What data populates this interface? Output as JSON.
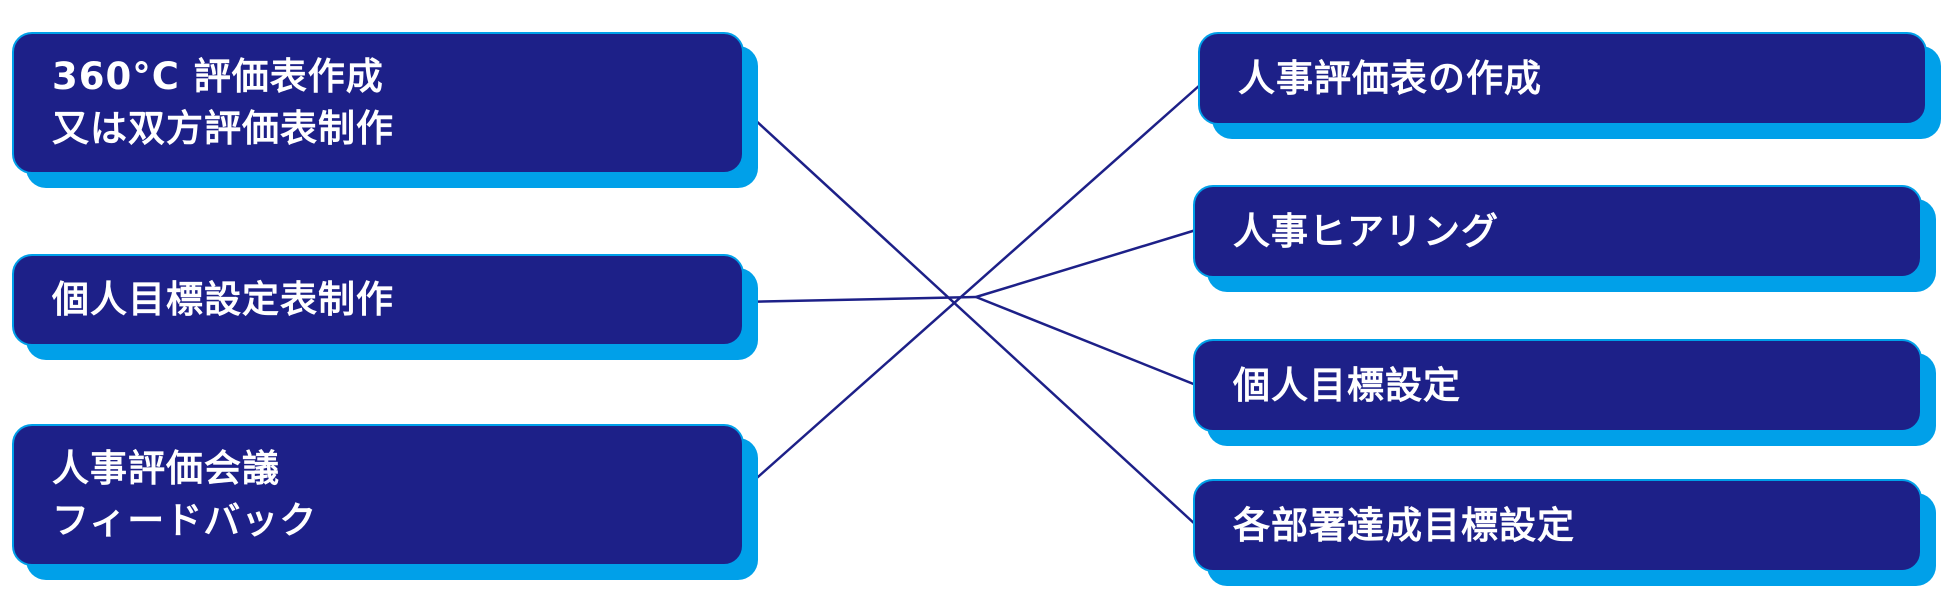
{
  "colors": {
    "box_fill": "#1d2088",
    "box_shadow": "#00a0e9",
    "line": "#1d2088",
    "text": "#ffffff"
  },
  "left": {
    "box_1": {
      "line_1": "360°C 評価表作成",
      "line_2": "又は双方評価表制作"
    },
    "box_2": {
      "line_1": "個人目標設定表制作"
    },
    "box_3": {
      "line_1": "人事評価会議",
      "line_2": "フィードバック"
    }
  },
  "right": {
    "box_1": {
      "line_1": "人事評価表の作成"
    },
    "box_2": {
      "line_1": "人事ヒアリング"
    },
    "box_3": {
      "line_1": "個人目標設定"
    },
    "box_4": {
      "line_1": "各部署達成目標設定"
    }
  }
}
